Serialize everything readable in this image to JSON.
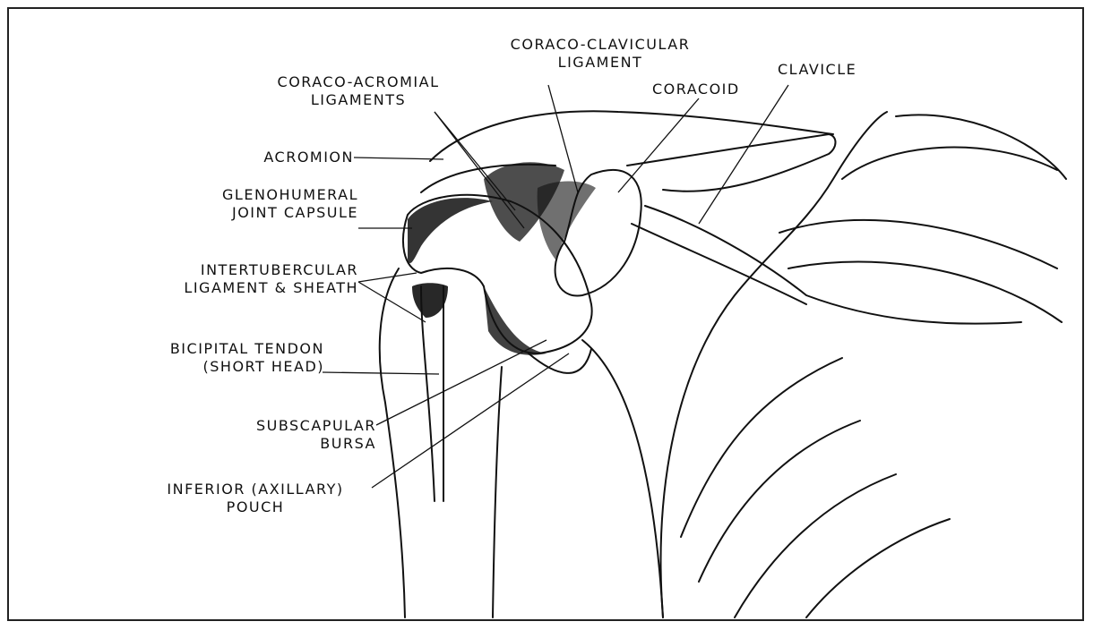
{
  "labels": {
    "coraco_clavicular": [
      "CORACO-CLAVICULAR",
      "LIGAMENT"
    ],
    "clavicle": [
      "CLAVICLE"
    ],
    "coraco_acromial": [
      "CORACO-ACROMIAL",
      "LIGAMENTS"
    ],
    "coracoid": [
      "CORACOID"
    ],
    "acromion": [
      "ACROMION"
    ],
    "glenohumeral": [
      "GLENOHUMERAL",
      "JOINT CAPSULE"
    ],
    "intertubercular": [
      "INTERTUBERCULAR",
      "LIGAMENT & SHEATH"
    ],
    "bicipital": [
      "BICIPITAL TENDON",
      "(SHORT HEAD)"
    ],
    "subscapular": [
      "SUBSCAPULAR",
      "BURSA"
    ],
    "inferior": [
      "INFERIOR (AXILLARY)",
      "POUCH"
    ]
  },
  "colors": {
    "ink": "#111111",
    "background": "#ffffff"
  }
}
